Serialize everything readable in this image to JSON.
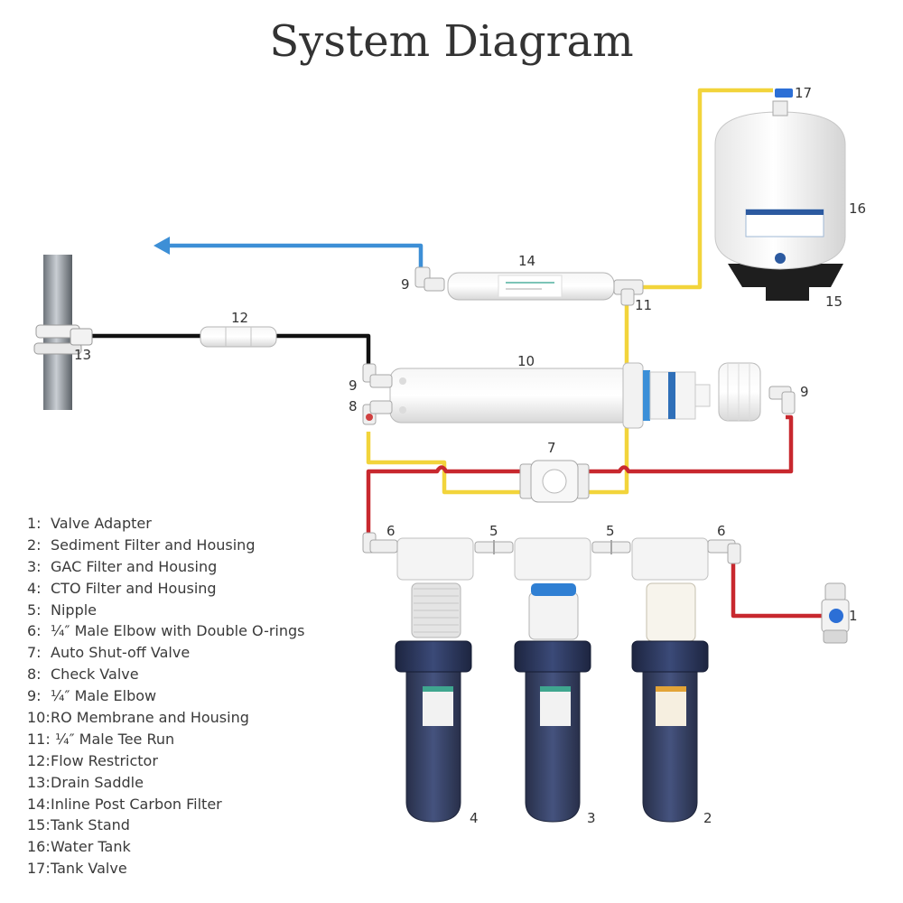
{
  "title": "System Diagram",
  "colors": {
    "feed_line": "#c8282e",
    "ro_line": "#f2d43b",
    "clean_line": "#3d8fd6",
    "drain_line": "#111111",
    "housing": "#2a3556",
    "fitting": "#eeeeee"
  },
  "legend": [
    {
      "num": "1:",
      "text": "Valve Adapter"
    },
    {
      "num": "2:",
      "text": "Sediment Filter and Housing"
    },
    {
      "num": "3:",
      "text": "GAC Filter and Housing"
    },
    {
      "num": "4:",
      "text": "CTO Filter and Housing"
    },
    {
      "num": "5:",
      "text": "Nipple"
    },
    {
      "num": "6:",
      "text": "¼″ Male Elbow with Double O-rings"
    },
    {
      "num": "7:",
      "text": "Auto Shut-off Valve"
    },
    {
      "num": "8:",
      "text": "Check Valve"
    },
    {
      "num": "9:",
      "text": "¼″ Male Elbow"
    },
    {
      "num": "10:",
      "text": "RO Membrane and Housing"
    },
    {
      "num": "11:",
      "text": " ¼″ Male Tee Run"
    },
    {
      "num": "12:",
      "text": "Flow Restrictor"
    },
    {
      "num": "13:",
      "text": "Drain Saddle"
    },
    {
      "num": "14:",
      "text": "Inline Post Carbon Filter"
    },
    {
      "num": "15:",
      "text": "Tank Stand"
    },
    {
      "num": "16:",
      "text": "Water Tank"
    },
    {
      "num": "17:",
      "text": "Tank Valve"
    }
  ],
  "callouts": {
    "c1": "1",
    "c2": "2",
    "c3": "3",
    "c4": "4",
    "c5a": "5",
    "c5b": "5",
    "c6a": "6",
    "c6b": "6",
    "c7": "7",
    "c8": "8",
    "c9a": "9",
    "c9b": "9",
    "c9c": "9",
    "c10": "10",
    "c11": "11",
    "c12": "12",
    "c13": "13",
    "c14": "14",
    "c15": "15",
    "c16": "16",
    "c17": "17"
  }
}
